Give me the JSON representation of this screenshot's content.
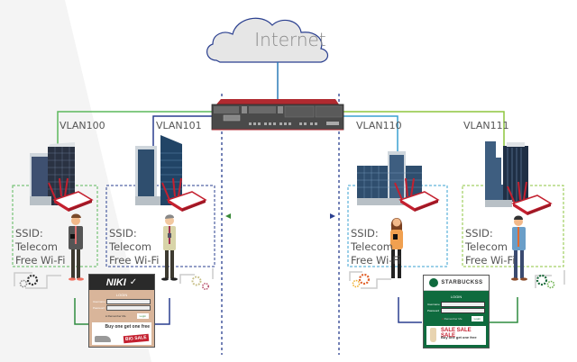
{
  "internet": {
    "label": "Internet"
  },
  "vlans": [
    {
      "id": "vlan100",
      "label": "VLAN100",
      "color": "#5cb85c"
    },
    {
      "id": "vlan101",
      "label": "VLAN101",
      "color": "#2a3f8f"
    },
    {
      "id": "vlan110",
      "label": "VLAN110",
      "color": "#3aa0d0"
    },
    {
      "id": "vlan111",
      "label": "VLAN111",
      "color": "#8dc63f"
    }
  ],
  "ssids": [
    {
      "line1": "SSID:",
      "line2": "Telecom",
      "line3": "Free Wi-Fi"
    },
    {
      "line1": "SSID:",
      "line2": "Telecom",
      "line3": "Free Wi-Fi"
    },
    {
      "line1": "SSID:",
      "line2": "Telecom",
      "line3": "Free Wi-Fi"
    },
    {
      "line1": "SSID:",
      "line2": "Telecom",
      "line3": "Free Wi-Fi"
    }
  ],
  "portal_left": {
    "brand": "NIKI",
    "login_title": "LOGIN",
    "username_label": "Username",
    "password_label": "Password",
    "remember_label": "Remember Me",
    "login_button": "Login",
    "promo_text": "Buy one get one free",
    "stamp_text": "BIG SALE"
  },
  "portal_right": {
    "brand": "STARBUCKSS",
    "login_title": "LOGIN",
    "username_label": "Username",
    "password_label": "Password",
    "remember_label": "Remember Me",
    "login_button": "Login",
    "promo_headline": "SALE SALE SALE",
    "promo_text": "Buy one get one free"
  },
  "colors": {
    "router_red": "#c4202f",
    "nike_bg": "#d9b59a",
    "starbucks_green": "#0f6b3e",
    "dark_blue": "#2a3f8f"
  }
}
